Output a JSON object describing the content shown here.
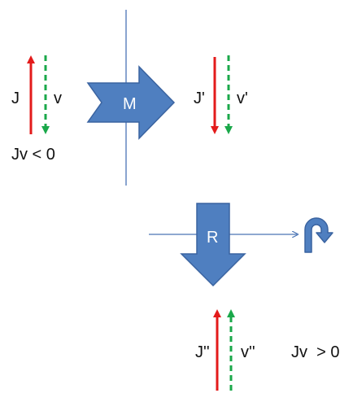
{
  "labels": {
    "j": "J",
    "v": "v",
    "condition_before": "Jv < 0",
    "mirror_op": "M",
    "j_prime": "J'",
    "v_prime": "v'",
    "rotation_op": "R",
    "j_double_prime": "J''",
    "v_double_prime": "v''",
    "condition_after": "Jv  > 0"
  },
  "colors": {
    "j_arrow": "#e31b1b",
    "v_arrow": "#1aa84a",
    "block_arrow_fill": "#4f7fc0",
    "block_arrow_stroke": "#3a63a0",
    "axis_line": "#4a74b5",
    "background": "#ffffff"
  },
  "icons": {
    "rotation_symbol": "u-turn-arrow-icon"
  }
}
